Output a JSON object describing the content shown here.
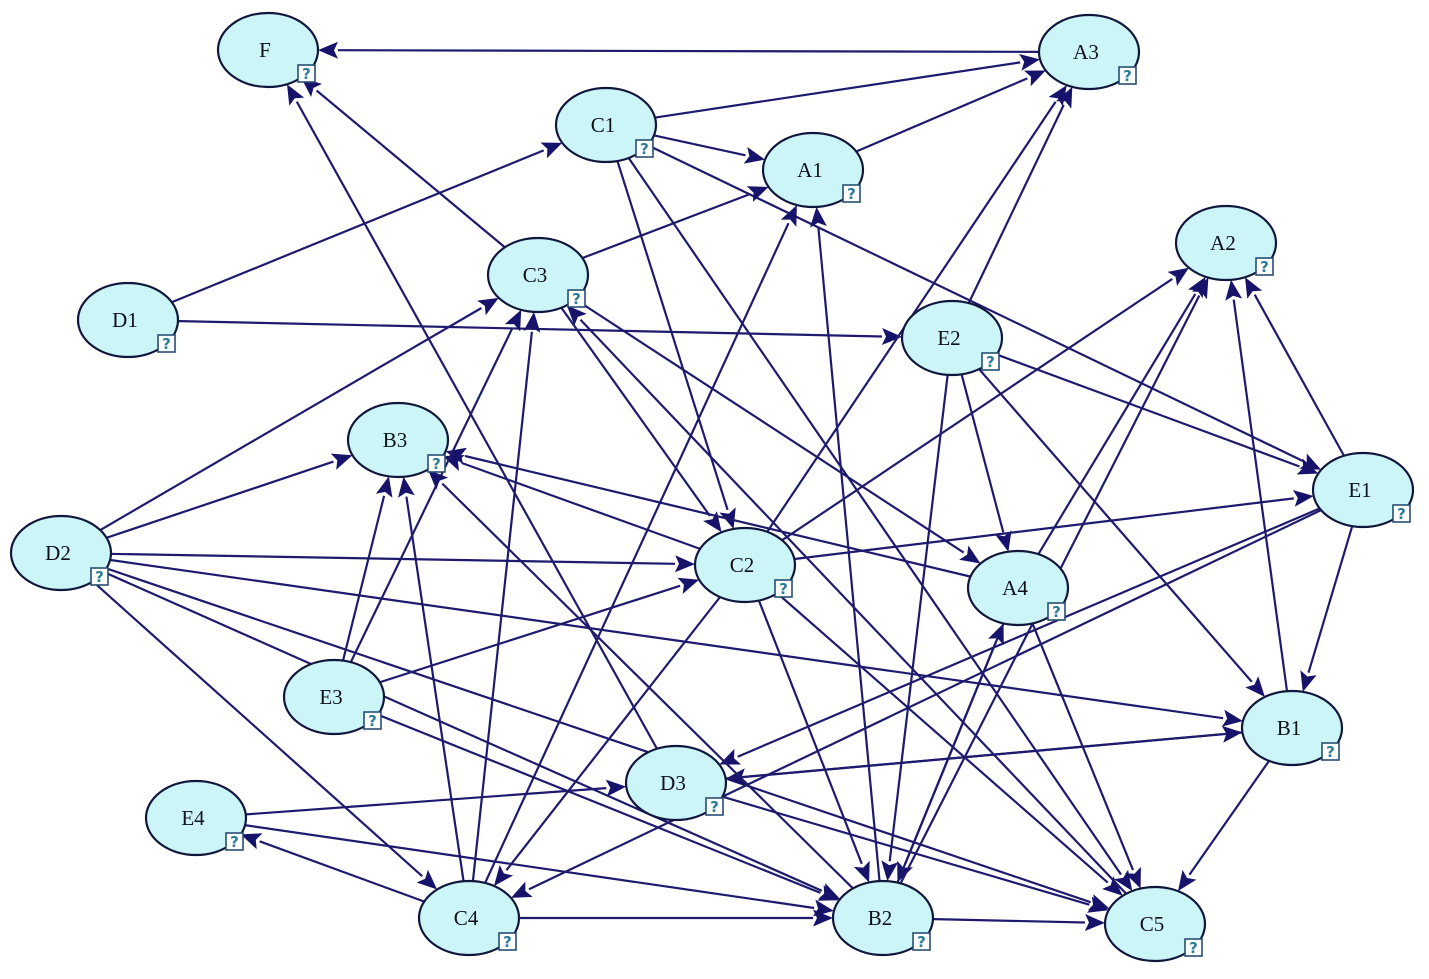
{
  "nodes": [
    {
      "id": "F",
      "label": "F"
    },
    {
      "id": "A3",
      "label": "A3"
    },
    {
      "id": "C1",
      "label": "C1"
    },
    {
      "id": "A1",
      "label": "A1"
    },
    {
      "id": "A2",
      "label": "A2"
    },
    {
      "id": "C3",
      "label": "C3"
    },
    {
      "id": "D1",
      "label": "D1"
    },
    {
      "id": "E2",
      "label": "E2"
    },
    {
      "id": "B3",
      "label": "B3"
    },
    {
      "id": "E1",
      "label": "E1"
    },
    {
      "id": "D2",
      "label": "D2"
    },
    {
      "id": "C2",
      "label": "C2"
    },
    {
      "id": "A4",
      "label": "A4"
    },
    {
      "id": "E3",
      "label": "E3"
    },
    {
      "id": "B1",
      "label": "B1"
    },
    {
      "id": "D3",
      "label": "D3"
    },
    {
      "id": "E4",
      "label": "E4"
    },
    {
      "id": "C4",
      "label": "C4"
    },
    {
      "id": "B2",
      "label": "B2"
    },
    {
      "id": "C5",
      "label": "C5"
    }
  ],
  "node_badge": "?",
  "colors": {
    "node_fill": "#ccf5f8",
    "node_stroke": "#10163c",
    "edge": "#1e1a6e",
    "arrowhead": "#17136a",
    "badge_mark": "#2b7d96"
  },
  "edges": [
    [
      "A3",
      "F"
    ],
    [
      "C1",
      "A3"
    ],
    [
      "C1",
      "A1"
    ],
    [
      "C1",
      "C2"
    ],
    [
      "C1",
      "C5"
    ],
    [
      "C1",
      "E1"
    ],
    [
      "A1",
      "A3"
    ],
    [
      "C3",
      "F"
    ],
    [
      "C3",
      "A1"
    ],
    [
      "C3",
      "C2"
    ],
    [
      "C3",
      "A4"
    ],
    [
      "D1",
      "C1"
    ],
    [
      "D1",
      "E2"
    ],
    [
      "E2",
      "A3"
    ],
    [
      "E2",
      "E1"
    ],
    [
      "E2",
      "A4"
    ],
    [
      "E2",
      "B1"
    ],
    [
      "E2",
      "B2"
    ],
    [
      "D2",
      "C3"
    ],
    [
      "D2",
      "B3"
    ],
    [
      "D2",
      "C2"
    ],
    [
      "D2",
      "C4"
    ],
    [
      "D2",
      "B1"
    ],
    [
      "D2",
      "C5"
    ],
    [
      "D2",
      "B2"
    ],
    [
      "C2",
      "A3"
    ],
    [
      "C2",
      "A2"
    ],
    [
      "C2",
      "E1"
    ],
    [
      "C2",
      "B3"
    ],
    [
      "C2",
      "C4"
    ],
    [
      "C2",
      "B2"
    ],
    [
      "C2",
      "C5"
    ],
    [
      "A4",
      "A2"
    ],
    [
      "A4",
      "B3"
    ],
    [
      "A4",
      "B2"
    ],
    [
      "A4",
      "C5"
    ],
    [
      "E1",
      "A2"
    ],
    [
      "E1",
      "B1"
    ],
    [
      "E1",
      "D3"
    ],
    [
      "E1",
      "C4"
    ],
    [
      "E3",
      "B3"
    ],
    [
      "E3",
      "C3"
    ],
    [
      "E3",
      "C2"
    ],
    [
      "E3",
      "B2"
    ],
    [
      "B1",
      "A2"
    ],
    [
      "B1",
      "D3"
    ],
    [
      "B1",
      "C5"
    ],
    [
      "D3",
      "F"
    ],
    [
      "D3",
      "B1"
    ],
    [
      "D3",
      "C5"
    ],
    [
      "E4",
      "D3"
    ],
    [
      "E4",
      "B2"
    ],
    [
      "C4",
      "C3"
    ],
    [
      "C4",
      "B3"
    ],
    [
      "C4",
      "A1"
    ],
    [
      "C4",
      "B2"
    ],
    [
      "C4",
      "E4"
    ],
    [
      "B2",
      "A1"
    ],
    [
      "B2",
      "A2"
    ],
    [
      "B2",
      "A4"
    ],
    [
      "B2",
      "B3"
    ],
    [
      "B2",
      "C5"
    ],
    [
      "C5",
      "C3"
    ]
  ]
}
